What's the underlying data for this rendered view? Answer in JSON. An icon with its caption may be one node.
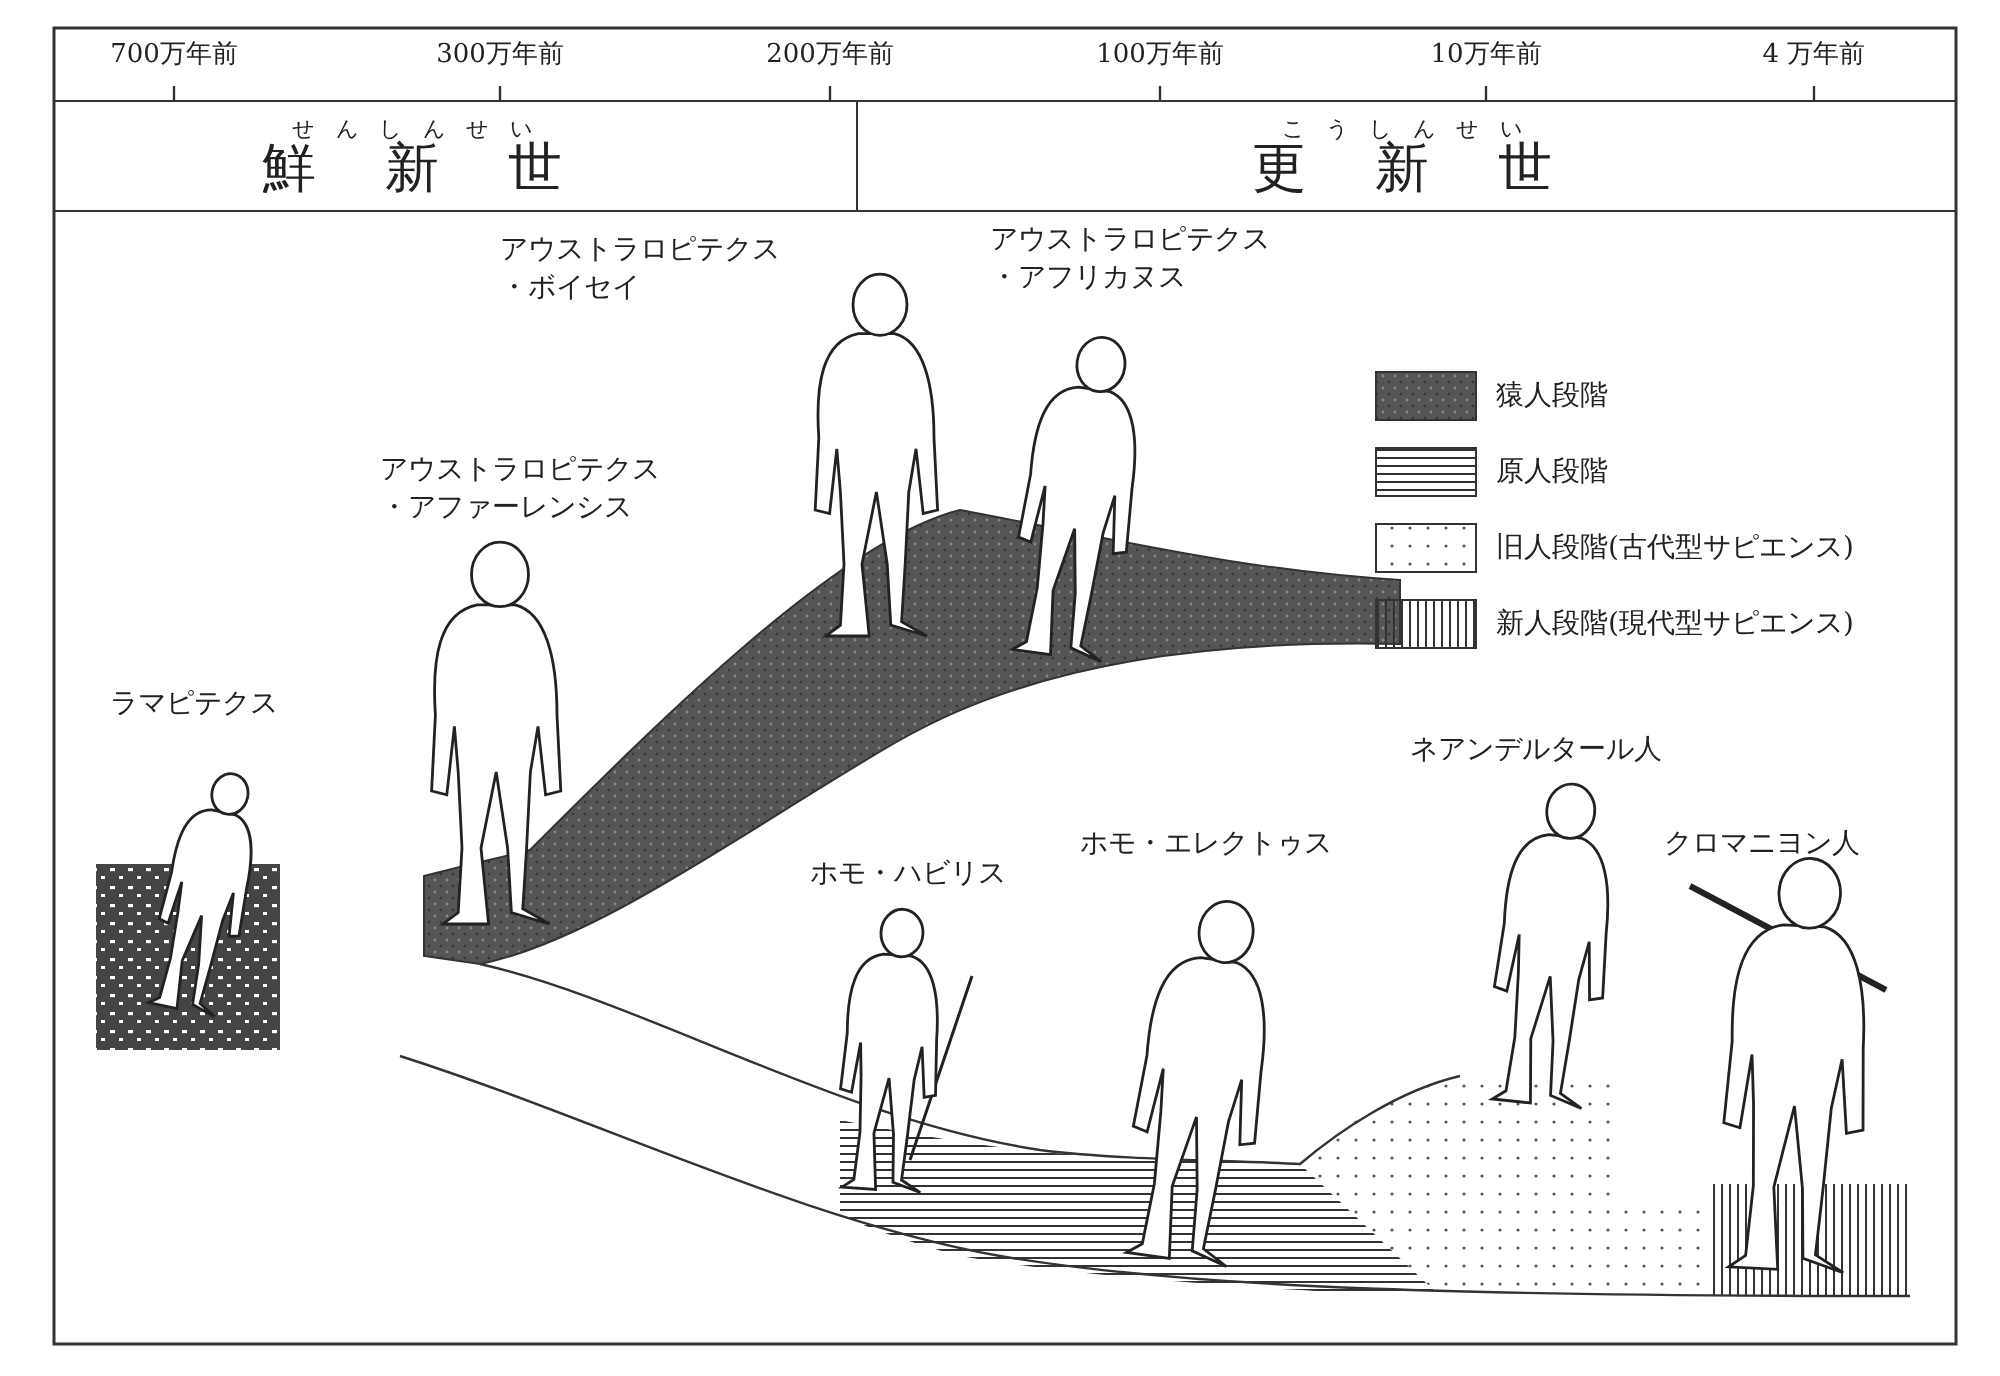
{
  "diagram": {
    "nodes": [
      {
        "text": [
          "せんしんせい",
          "鮮新世"
        ]
      },
      {
        "text": [
          "こうしんせい",
          "更新世"
        ]
      }
    ],
    "labels": [
      "700万年前",
      "300万年前",
      "200万年前",
      "100万年前",
      "10万年前",
      "4 万年前",
      "ラマピテクス",
      "アウストラロピテクス・アファーレンシス",
      "アウストラロピテクス・ボイセイ",
      "アウストラロピテクス・アフリカヌス",
      "ホモ・ハビリス",
      "ホモ・エレクトゥス",
      "ネアンデルタール人",
      "クロマニヨン人"
    ],
    "legend": [
      {
        "text": "猿人段階"
      },
      {
        "text": "原人段階"
      },
      {
        "text": "旧人段階(古代型サピエンス)"
      },
      {
        "text": "新人段階(現代型サピエンス)"
      }
    ]
  }
}
